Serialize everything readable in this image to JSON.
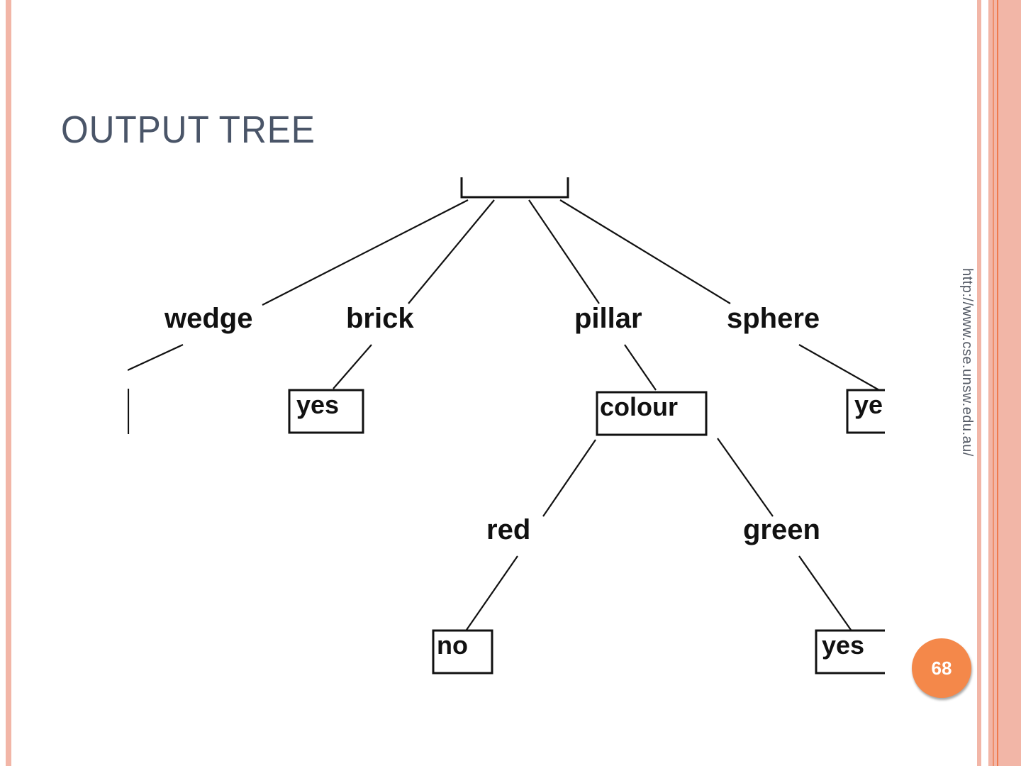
{
  "slide": {
    "title": "OUTPUT TREE",
    "source_url": "http://www.cse.unsw.edu.au/",
    "page_number": "68",
    "accent_color": "#f4884a",
    "border_color": "#f2b6a7"
  },
  "tree": {
    "branch_labels": {
      "wedge": "wedge",
      "brick": "brick",
      "pillar": "pillar",
      "sphere": "sphere",
      "red": "red",
      "green": "green"
    },
    "leaf_labels": {
      "brick_yes": "yes",
      "colour": "colour",
      "sphere_yes_partial": "ye",
      "red_no": "no",
      "green_yes": "yes"
    }
  }
}
